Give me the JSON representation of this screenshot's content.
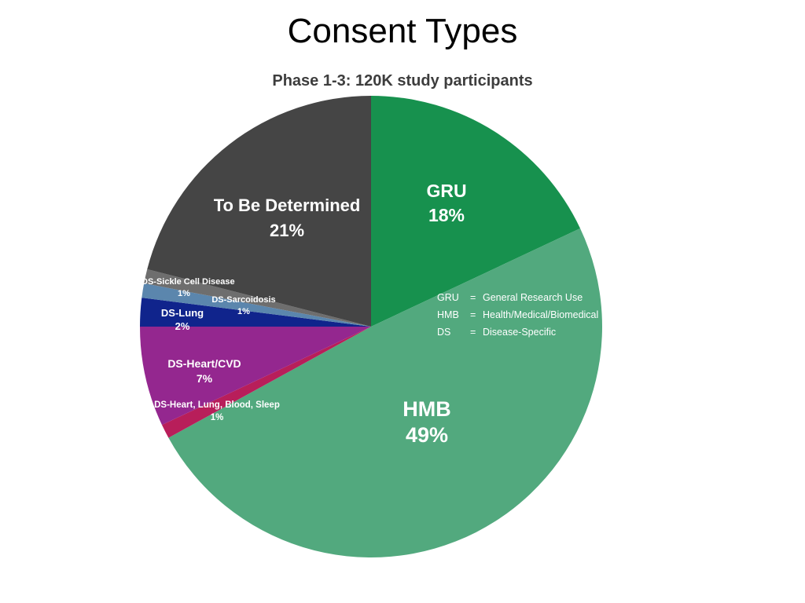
{
  "title": "Consent Types",
  "subtitle": "Phase 1-3: 120K study participants",
  "chart_data": {
    "type": "pie",
    "title": "Consent Types",
    "subtitle": "Phase 1-3: 120K study participants",
    "total_label": "120K study participants",
    "legend_position": "inside-right",
    "grid": false,
    "categories": [
      "GRU",
      "HMB",
      "DS-Heart, Lung, Blood, Sleep",
      "DS-Heart/CVD",
      "DS-Lung",
      "DS-Sarcoidosis",
      "DS-Sickle Cell Disease",
      "To Be Determined"
    ],
    "values": [
      18,
      49,
      1,
      7,
      2,
      1,
      1,
      21
    ],
    "value_labels": [
      "18%",
      "49%",
      "1%",
      "7%",
      "2%",
      "1%",
      "1%",
      "21%"
    ],
    "colors": [
      "#17914e",
      "#52a97e",
      "#b81e5a",
      "#94278f",
      "#10248c",
      "#5b86ad",
      "#6e6e6e",
      "#454545"
    ],
    "units": "percent",
    "start_angle_deg": 0,
    "direction": "clockwise"
  },
  "slices": [
    {
      "name": "GRU",
      "label": "GRU",
      "percent": "18%",
      "color": "#17914e"
    },
    {
      "name": "HMB",
      "label": "HMB",
      "percent": "49%",
      "color": "#52a97e"
    },
    {
      "name": "DS-Heart, Lung, Blood, Sleep",
      "label": "DS-Heart, Lung, Blood, Sleep",
      "percent": "1%",
      "color": "#b81e5a"
    },
    {
      "name": "DS-Heart/CVD",
      "label": "DS-Heart/CVD",
      "percent": "7%",
      "color": "#94278f"
    },
    {
      "name": "DS-Lung",
      "label": "DS-Lung",
      "percent": "2%",
      "color": "#10248c"
    },
    {
      "name": "DS-Sarcoidosis",
      "label": "DS-Sarcoidosis",
      "percent": "1%",
      "color": "#5b86ad"
    },
    {
      "name": "DS-Sickle Cell Disease",
      "label": "DS-Sickle Cell Disease",
      "percent": "1%",
      "color": "#6e6e6e"
    },
    {
      "name": "To Be Determined",
      "label": "To Be Determined",
      "percent": "21%",
      "color": "#454545"
    }
  ],
  "key": {
    "rows": [
      {
        "abbr": "GRU",
        "eq": "=",
        "definition": "General Research Use"
      },
      {
        "abbr": "HMB",
        "eq": "=",
        "definition": "Health/Medical/Biomedical"
      },
      {
        "abbr": "DS",
        "eq": "=",
        "definition": "Disease-Specific"
      }
    ]
  },
  "colors": {
    "background": "#ffffff",
    "title": "#000000",
    "subtitle": "#3d3d3d",
    "label_text": "#ffffff"
  }
}
